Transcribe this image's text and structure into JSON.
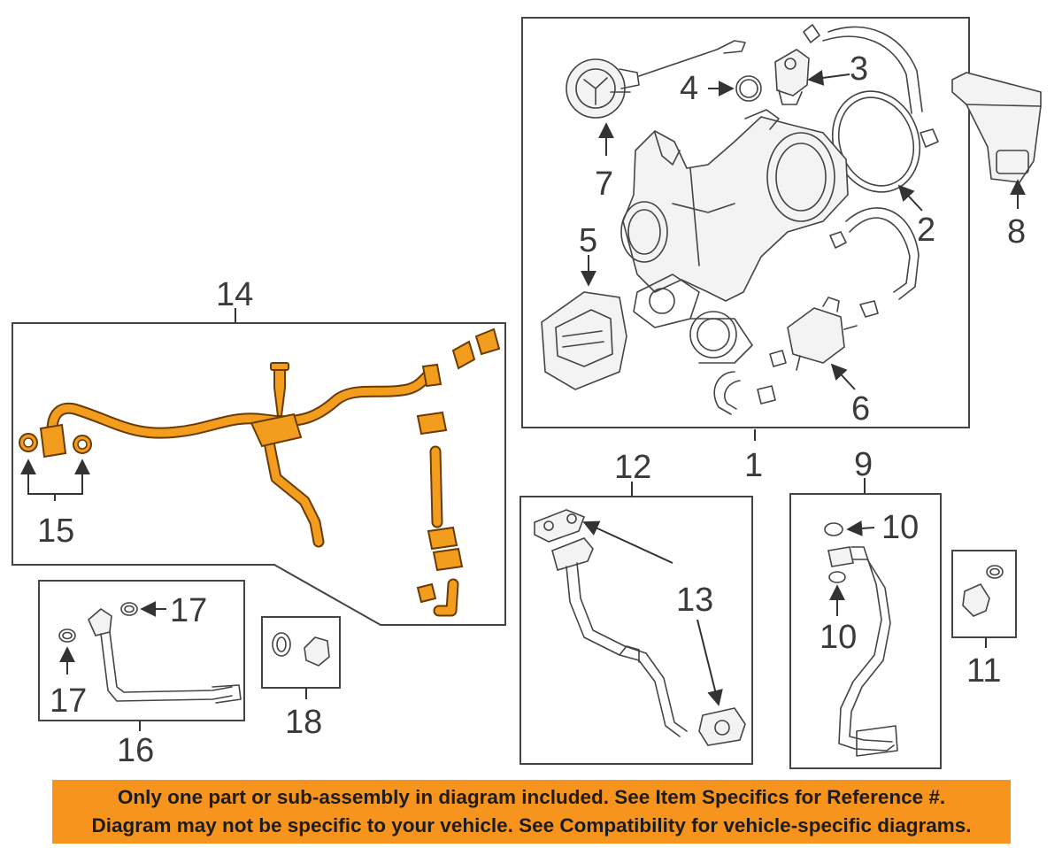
{
  "callouts": {
    "c1": "1",
    "c2": "2",
    "c3": "3",
    "c4": "4",
    "c5": "5",
    "c6": "6",
    "c7": "7",
    "c8": "8",
    "c9": "9",
    "c10a": "10",
    "c10b": "10",
    "c11": "11",
    "c12": "12",
    "c13": "13",
    "c14": "14",
    "c15": "15",
    "c16": "16",
    "c17a": "17",
    "c17b": "17",
    "c18": "18"
  },
  "banner": {
    "line1": "Only one part or sub-assembly in diagram included. See Item Specifics for Reference #.",
    "line2": "Diagram may not be specific to your vehicle. See Compatibility for vehicle-specific diagrams."
  },
  "colors": {
    "highlight": "#f29d1e",
    "banner": "#f7941d",
    "ink": "#444444"
  }
}
